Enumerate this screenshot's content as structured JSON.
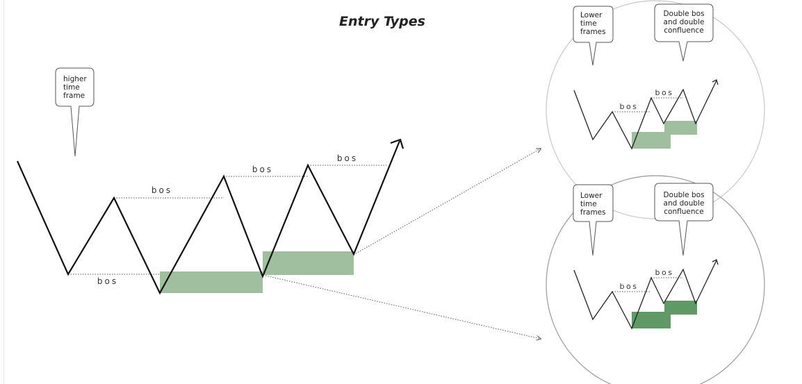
{
  "title": "Entry Types",
  "callouts": {
    "main": [
      "higher",
      "time",
      "frame"
    ],
    "top_left": [
      "Lower",
      "time",
      "frames"
    ],
    "top_right": [
      "Double bos",
      "and double",
      "confluence"
    ],
    "bottom_left": [
      "Lower",
      "time",
      "frames"
    ],
    "bottom_right": [
      "Double bos",
      "and double",
      "confluence"
    ]
  },
  "labels": {
    "bos": "bos"
  },
  "colors": {
    "line": "#111111",
    "zone_light": "#9fbf9f",
    "zone_dark": "#5f9a66",
    "circle_top": "#c8c8c8",
    "circle_bottom": "#9a9a9a",
    "dotted": "#555555"
  }
}
